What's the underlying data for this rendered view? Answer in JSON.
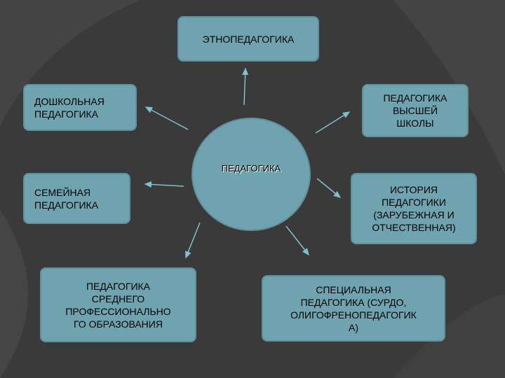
{
  "diagram": {
    "center": "ПЕДАГОГИКА",
    "nodes": {
      "ethno": "ЭТНОПЕДАГОГИКА",
      "preschool": "ДОШКОЛЬНАЯ\nПЕДАГОГИКА",
      "higher_school": "ПЕДАГОГИКА\nВЫСШЕЙ\nШКОЛЫ",
      "family": "СЕМЕЙНАЯ\nПЕДАГОГИКА",
      "history": "ИСТОРИЯ\nПЕДАГОГИКИ\n(ЗАРУБЕЖНАЯ И\nОТЧЕСТВЕННАЯ)",
      "secondary_vocational": "ПЕДАГОГИКА\nСРЕДНЕГО\nПРОФЕССИОНАЛЬНО\nГО ОБРАЗОВАНИЯ",
      "special": "СПЕЦИАЛЬНАЯ\nПЕДАГОГИКА (СУРДО,\nОЛИГОФРЕНОПЕДАГОГИК\nА)"
    }
  },
  "colors": {
    "background": "#3a3a3a",
    "node_fill": "#6fa3b0",
    "arrow": "#7fbfd0"
  }
}
